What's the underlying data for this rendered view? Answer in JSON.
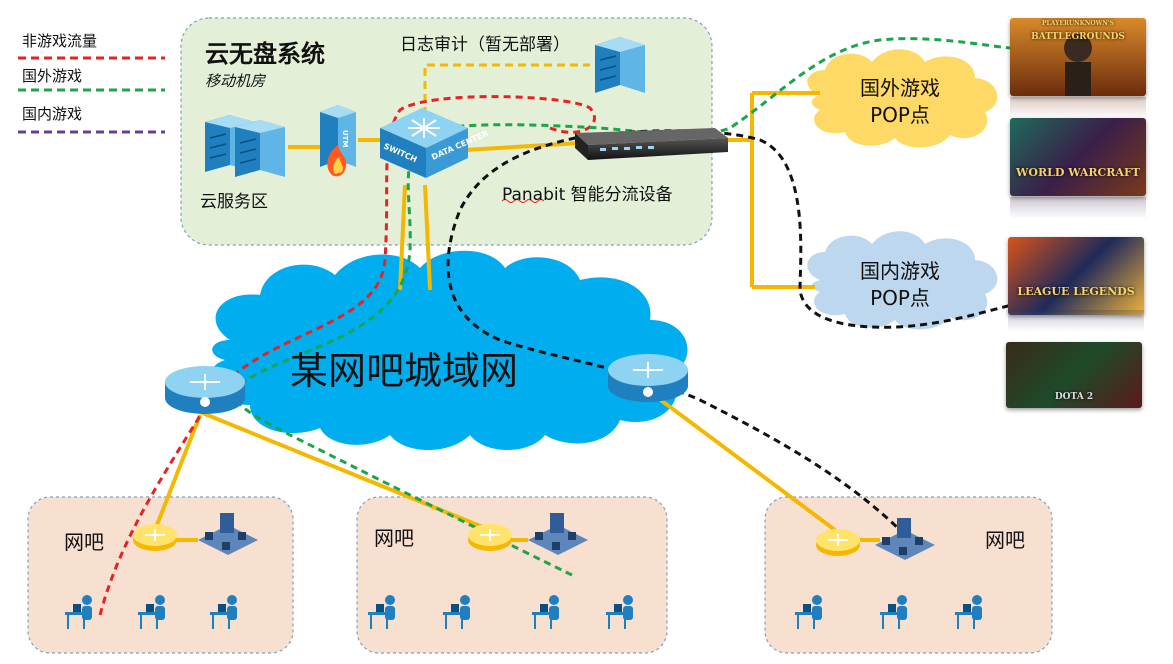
{
  "legend": [
    {
      "label": "非游戏流量",
      "color": "#e52421"
    },
    {
      "label": "国外游戏",
      "color": "#1aa64a"
    },
    {
      "label": "国内游戏",
      "color": "#6a3d9a"
    }
  ],
  "datacenter": {
    "title": "云无盘系统",
    "subtitle": "移动机房",
    "log_audit": "日志审计（暂无部署）",
    "cloud_service_area": "云服务区",
    "panabit_label": "Panabit 智能分流设备",
    "switch_text_1": "SWITCH",
    "switch_text_2": "DATA CENTER",
    "utm_text": "UTM"
  },
  "clouds": {
    "foreign_pop": {
      "line1": "国外游戏",
      "line2": "POP点"
    },
    "domestic_pop": {
      "line1": "国内游戏",
      "line2": "POP点"
    },
    "city": "某网吧城域网"
  },
  "netbars": [
    {
      "label": "网吧"
    },
    {
      "label": "网吧"
    },
    {
      "label": "网吧"
    }
  ],
  "games": [
    {
      "name": "BATTLEGROUNDS",
      "top": "PLAYERUNKNOWN'S"
    },
    {
      "name": "WORLD WARCRAFT"
    },
    {
      "name": "LEAGUE LEGENDS"
    },
    {
      "name": "DOTA 2"
    }
  ],
  "colors": {
    "datacenter_bg": "#e4efd8",
    "netbar_bg": "#f8e0d0",
    "city_cloud": "#00aeef",
    "foreign_cloud": "#ffd966",
    "domestic_cloud": "#bdd7ee",
    "link_yellow": "#f5b800"
  }
}
